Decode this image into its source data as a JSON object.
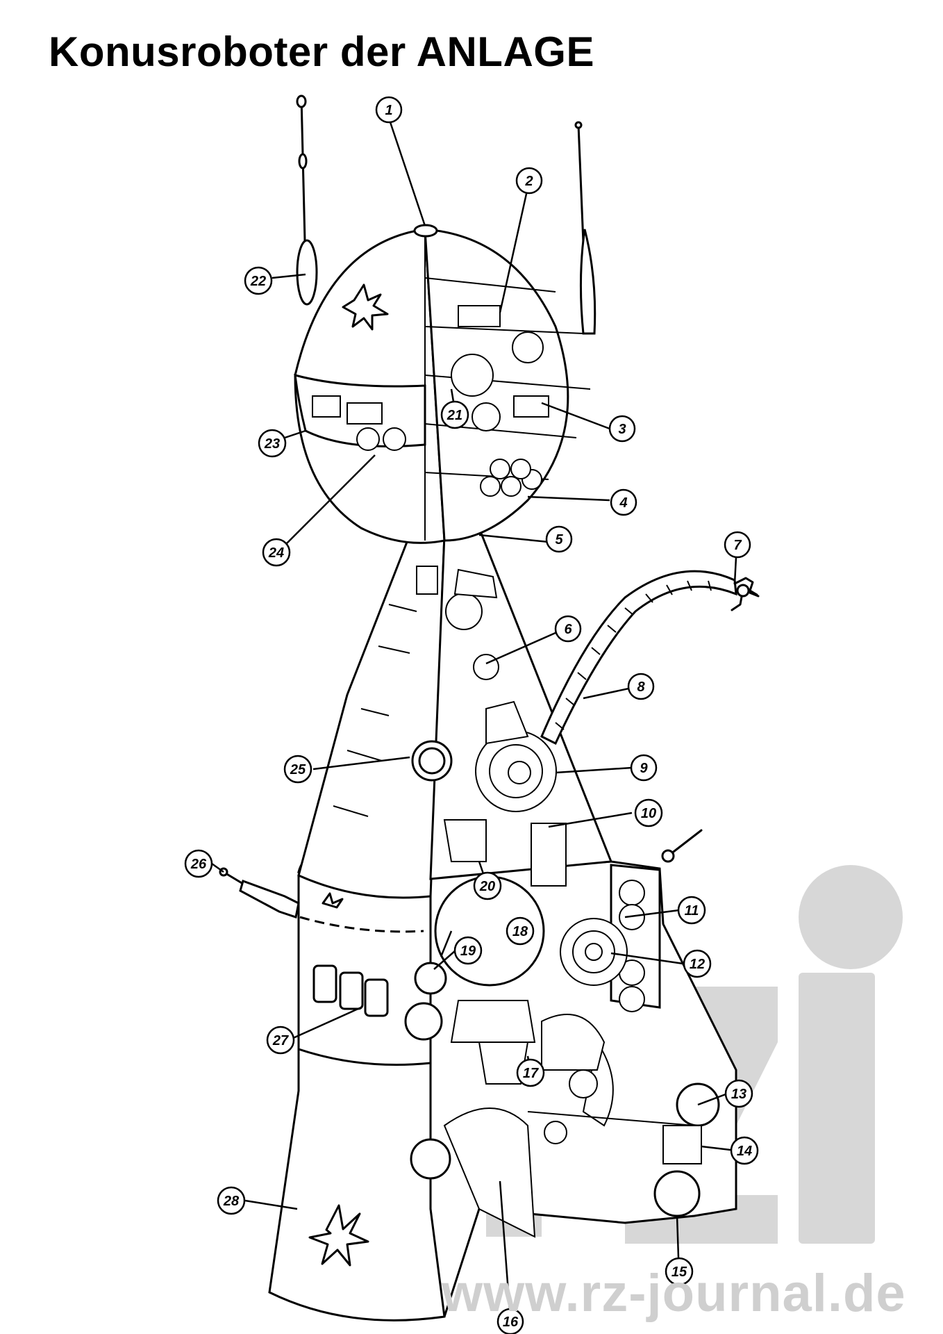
{
  "title": "Konusroboter der ANLAGE",
  "watermark": {
    "url": "www.rz-journal.de",
    "logo": "rz"
  },
  "callouts": [
    "1",
    "2",
    "3",
    "4",
    "5",
    "6",
    "7",
    "8",
    "9",
    "10",
    "11",
    "12",
    "13",
    "14",
    "15",
    "16",
    "17",
    "18",
    "19",
    "20",
    "21",
    "22",
    "23",
    "24",
    "25",
    "26",
    "27",
    "28"
  ]
}
